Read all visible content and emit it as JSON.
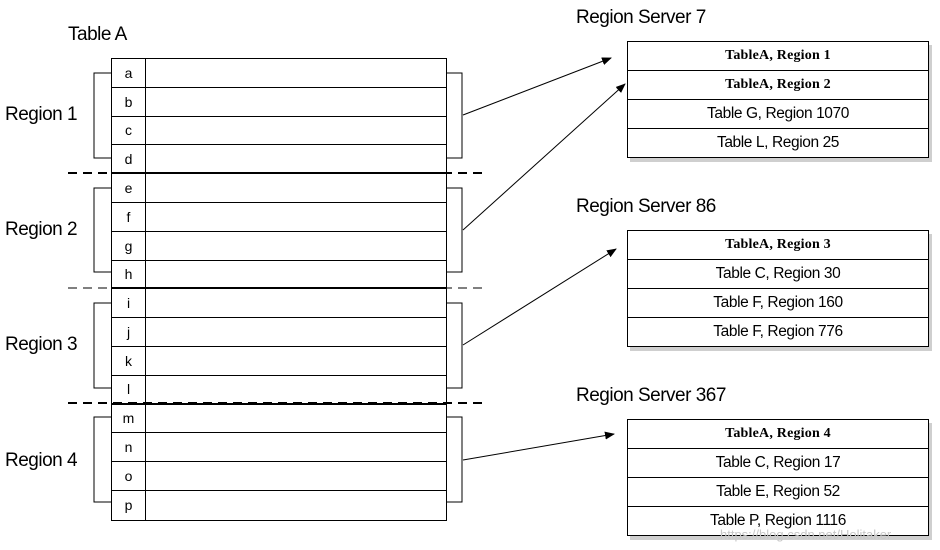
{
  "table": {
    "title": "Table A",
    "keys": [
      "a",
      "b",
      "c",
      "d",
      "e",
      "f",
      "g",
      "h",
      "i",
      "j",
      "k",
      "l",
      "m",
      "n",
      "o",
      "p"
    ]
  },
  "regions": [
    {
      "label": "Region 1"
    },
    {
      "label": "Region 2"
    },
    {
      "label": "Region 3"
    },
    {
      "label": "Region 4"
    }
  ],
  "servers": [
    {
      "title": "Region Server 7",
      "rows": [
        {
          "text": "TableA, Region 1",
          "bold": true
        },
        {
          "text": "TableA, Region 2",
          "bold": true
        },
        {
          "text": "Table G, Region 1070",
          "bold": false
        },
        {
          "text": "Table L, Region 25",
          "bold": false
        }
      ]
    },
    {
      "title": "Region Server 86",
      "rows": [
        {
          "text": "TableA, Region 3",
          "bold": true
        },
        {
          "text": "Table C, Region 30",
          "bold": false
        },
        {
          "text": "Table F, Region 160",
          "bold": false
        },
        {
          "text": "Table F, Region 776",
          "bold": false
        }
      ]
    },
    {
      "title": "Region Server 367",
      "rows": [
        {
          "text": "TableA, Region 4",
          "bold": true
        },
        {
          "text": "Table C, Region 17",
          "bold": false
        },
        {
          "text": "Table E, Region 52",
          "bold": false
        },
        {
          "text": "Table P, Region 1116",
          "bold": false
        }
      ]
    }
  ],
  "watermark": "https://blog.csdn.net/Holitaker"
}
